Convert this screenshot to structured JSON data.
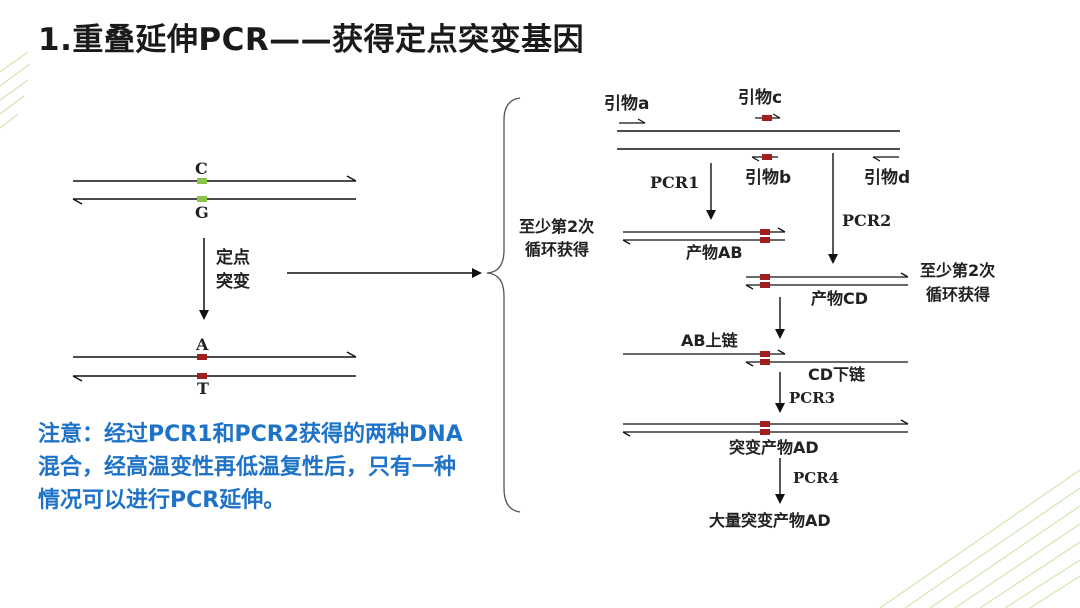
{
  "title": "1.重叠延伸PCR——获得定点突变基因",
  "left": {
    "top_base": "C",
    "bottom_base": "G",
    "mutation_label": [
      "定点",
      "突变"
    ],
    "mut_top_base": "A",
    "mut_bottom_base": "T"
  },
  "note": "注意：经过PCR1和PCR2获得的两种DNA混合，经高温变性再低温复性后，只有一种情况可以进行PCR延伸。",
  "right": {
    "primer_a": "引物a",
    "primer_c": "引物c",
    "primer_b": "引物b",
    "primer_d": "引物d",
    "pcr1": "PCR1",
    "pcr2": "PCR2",
    "cycles_left": [
      "至少第2次",
      "循环获得"
    ],
    "cycles_right": [
      "至少第2次",
      "循环获得"
    ],
    "product_ab": "产物AB",
    "product_cd": "产物CD",
    "ab_upper": "AB上链",
    "cd_lower": "CD下链",
    "pcr3": "PCR3",
    "mutant_ad": "突变产物AD",
    "pcr4": "PCR4",
    "mass_ad": "大量突变产物AD"
  },
  "colors": {
    "note": "#1e73c8",
    "mutation_mark": "#a01e1e",
    "original_mark": "#8bc34a",
    "deco_lines": "#c8e6a0"
  }
}
